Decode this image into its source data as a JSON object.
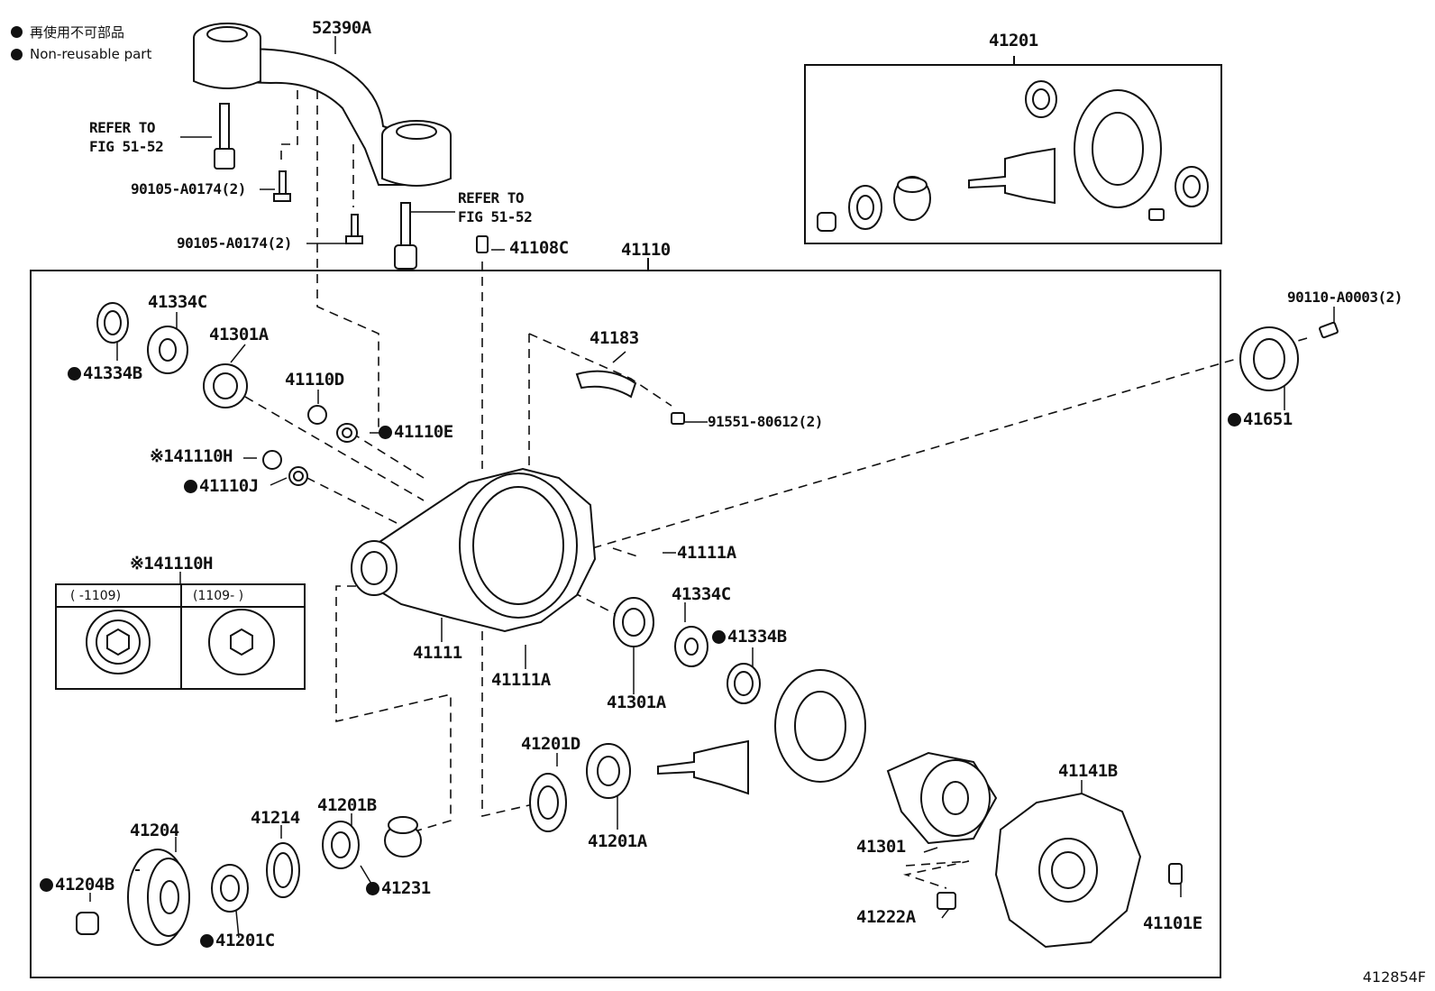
{
  "legend": {
    "japanese": "再使用不可部品",
    "english": "Non-reusable part"
  },
  "diagram_ref": "412854F",
  "refer_to": "REFER TO",
  "refer_fig": "FIG 51-52",
  "labels": {
    "p52390A": "52390A",
    "p90105_a": "90105-A0174(2)",
    "p90105_b": "90105-A0174(2)",
    "p41108C": "41108C",
    "p41110": "41110",
    "p41201_top": "41201",
    "p90110": "90110-A0003(2)",
    "p41651": "41651",
    "p41334C_a": "41334C",
    "p41334B_a": "41334B",
    "p41301A_a": "41301A",
    "p41110D": "41110D",
    "p41110E": "41110E",
    "p41110H": "※141110H",
    "p41110J": "41110J",
    "p41183": "41183",
    "p91551": "91551-80612(2)",
    "p41111A_a": "41111A",
    "p41111A_b": "41111A",
    "p41111": "41111",
    "p41334C_b": "41334C",
    "p41334B_b": "41334B",
    "p41301A_b": "41301A",
    "p41110H_inset": "※141110H",
    "p41201D": "41201D",
    "p41201A": "41201A",
    "p41141B": "41141B",
    "p41301": "41301",
    "p41222A": "41222A",
    "p41101E": "41101E",
    "p41204": "41204",
    "p41204B": "41204B",
    "p41214": "41214",
    "p41201B": "41201B",
    "p41231": "41231",
    "p41201C": "41201C"
  },
  "inset": {
    "left_header": "(      -1109)",
    "right_header": "(1109-      )"
  }
}
